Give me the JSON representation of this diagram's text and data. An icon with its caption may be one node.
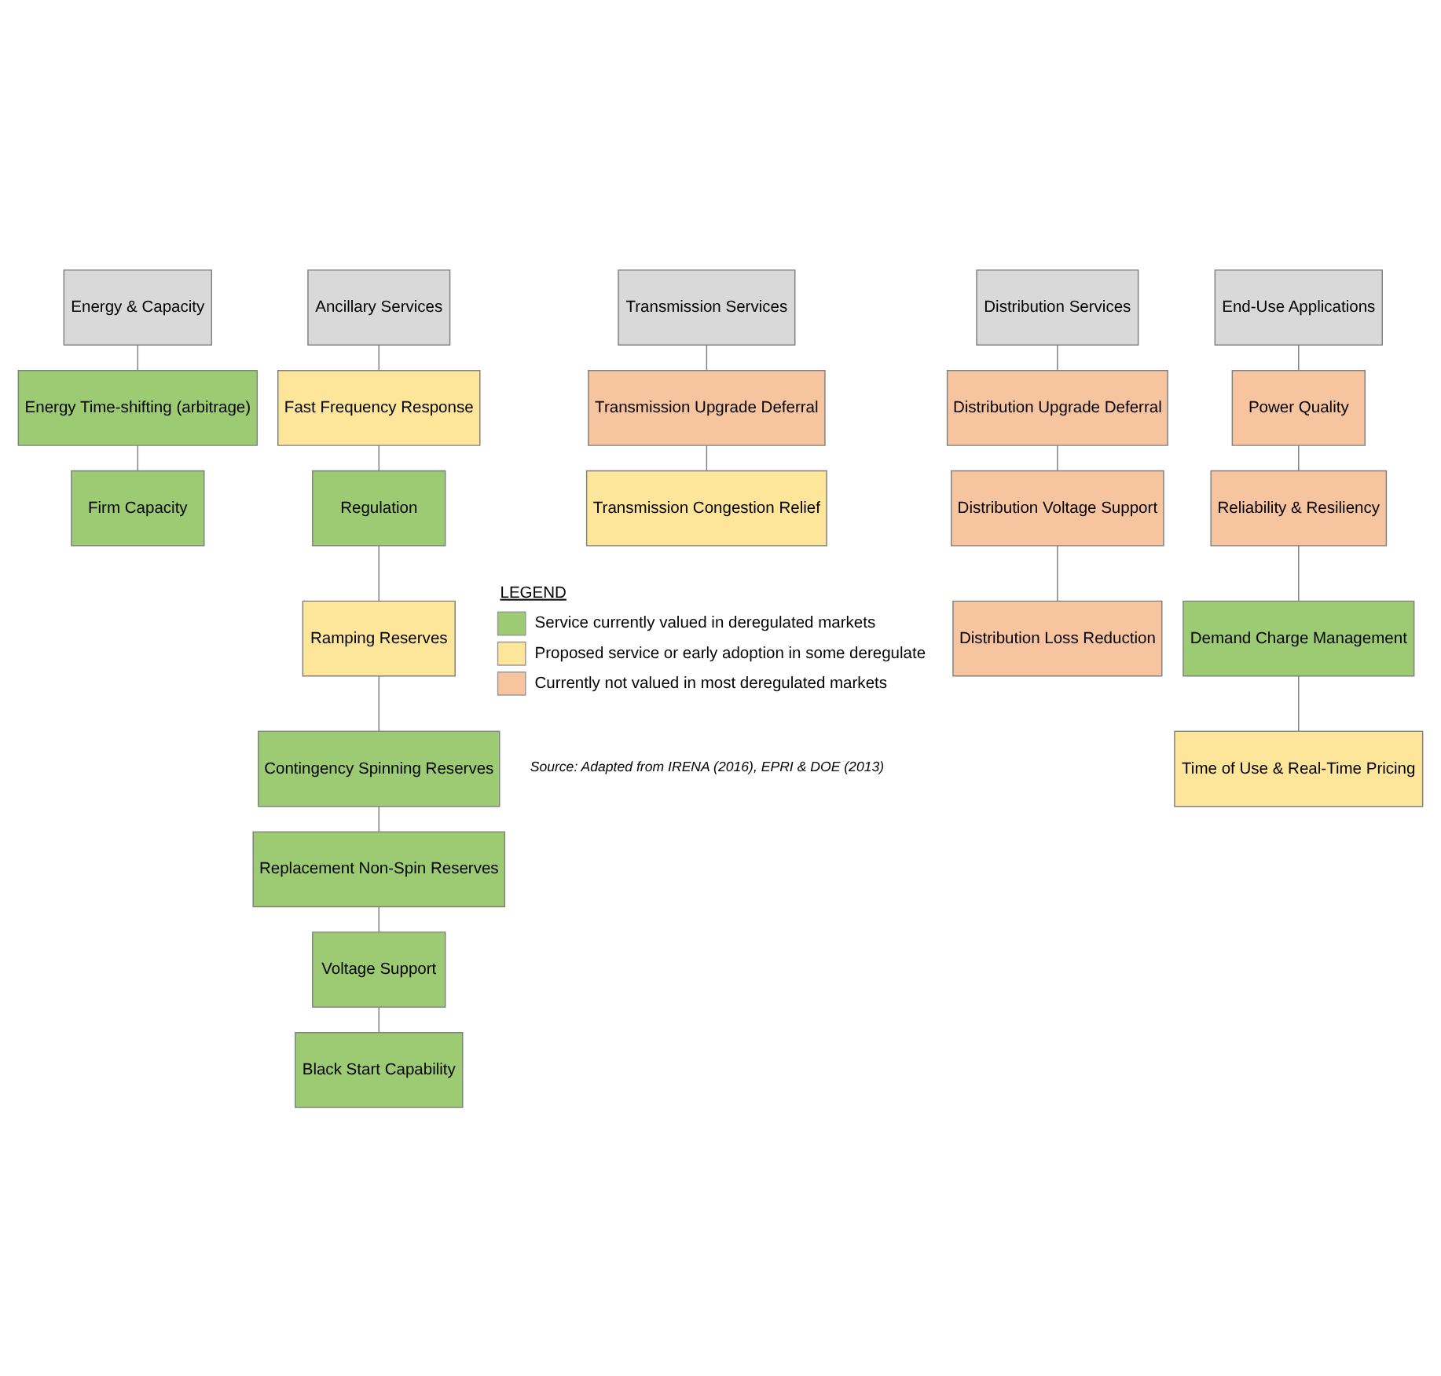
{
  "diagram": {
    "nodes": [
      {
        "text": [
          "Energy & Capacity"
        ]
      },
      {
        "text": [
          "Energy Time-shifting (arbitrage)"
        ]
      },
      {
        "text": [
          "Firm Capacity"
        ]
      },
      {
        "text": [
          "Ancillary Services"
        ]
      },
      {
        "text": [
          "Fast Frequency Response"
        ]
      },
      {
        "text": [
          "Regulation"
        ]
      },
      {
        "text": [
          "Ramping Reserves"
        ]
      },
      {
        "text": [
          "Contingency Spinning Reserves"
        ]
      },
      {
        "text": [
          "Replacement Non-Spin Reserves"
        ]
      },
      {
        "text": [
          "Voltage Support"
        ]
      },
      {
        "text": [
          "Black Start Capability"
        ]
      },
      {
        "text": [
          "Transmission Services"
        ]
      },
      {
        "text": [
          "Transmission Upgrade Deferral"
        ]
      },
      {
        "text": [
          "Transmission Congestion Relief"
        ]
      },
      {
        "text": [
          "Distribution Services"
        ]
      },
      {
        "text": [
          "Distribution Upgrade Deferral"
        ]
      },
      {
        "text": [
          "Distribution Voltage Support"
        ]
      },
      {
        "text": [
          "Distribution Loss Reduction"
        ]
      },
      {
        "text": [
          "End-Use Applications"
        ]
      },
      {
        "text": [
          "Power Quality"
        ]
      },
      {
        "text": [
          "Reliability & Resiliency"
        ]
      },
      {
        "text": [
          "Demand Charge Management"
        ]
      },
      {
        "text": [
          "Time of Use & Real-Time Pricing"
        ]
      }
    ],
    "edges": [
      {
        "from": 0,
        "to": 1,
        "arrow": "none"
      },
      {
        "from": 1,
        "to": 2,
        "arrow": "none"
      },
      {
        "from": 3,
        "to": 4,
        "arrow": "none"
      },
      {
        "from": 4,
        "to": 5,
        "arrow": "none"
      },
      {
        "from": 5,
        "to": 6,
        "arrow": "none"
      },
      {
        "from": 6,
        "to": 7,
        "arrow": "none"
      },
      {
        "from": 7,
        "to": 8,
        "arrow": "none"
      },
      {
        "from": 8,
        "to": 9,
        "arrow": "none"
      },
      {
        "from": 9,
        "to": 10,
        "arrow": "none"
      },
      {
        "from": 11,
        "to": 12,
        "arrow": "none"
      },
      {
        "from": 12,
        "to": 13,
        "arrow": "none"
      },
      {
        "from": 14,
        "to": 15,
        "arrow": "none"
      },
      {
        "from": 15,
        "to": 16,
        "arrow": "none"
      },
      {
        "from": 16,
        "to": 17,
        "arrow": "none"
      },
      {
        "from": 18,
        "to": 19,
        "arrow": "none"
      },
      {
        "from": 19,
        "to": 20,
        "arrow": "none"
      },
      {
        "from": 20,
        "to": 21,
        "arrow": "none"
      },
      {
        "from": 21,
        "to": 22,
        "arrow": "none"
      }
    ],
    "labels": [
      "LEGEND",
      "Source: Adapted from IRENA (2016), EPRI & DOE (2013)"
    ],
    "legend": [
      {
        "text": "Service currently valued in deregulated markets",
        "color": "#9dcb74"
      },
      {
        "text": "Proposed service or early adoption in some deregulate",
        "color": "#fde699"
      },
      {
        "text": "Currently not valued in most deregulated markets",
        "color": "#f7c4a0"
      }
    ]
  }
}
